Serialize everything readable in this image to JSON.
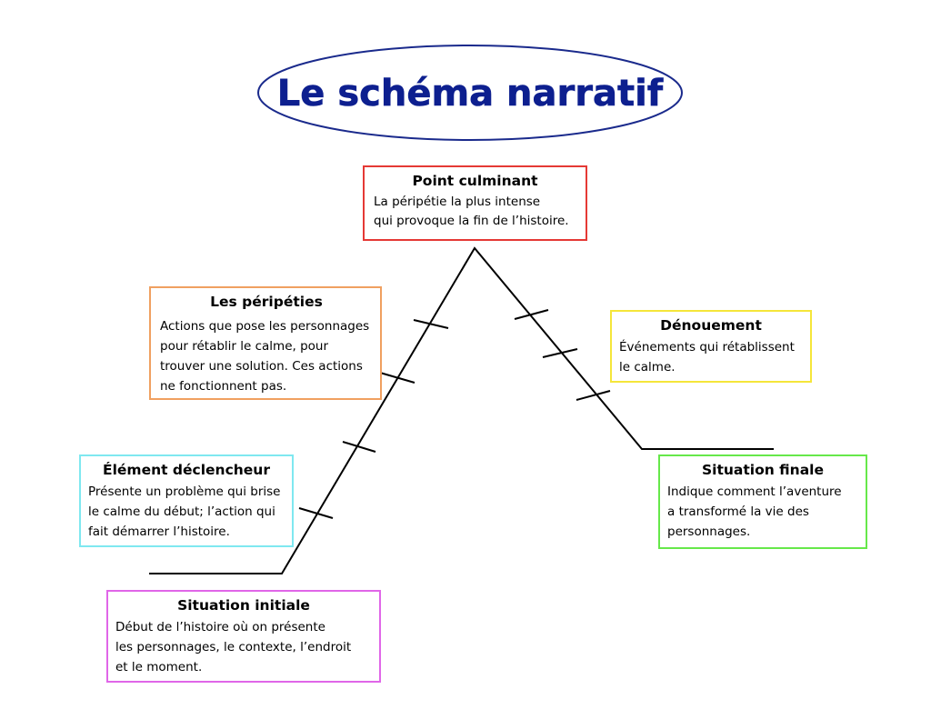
{
  "title": "Le schéma narratif",
  "colors": {
    "title": "#0d1f8f",
    "ellipse": "#1a2a8c",
    "point_culminant": "#e53935",
    "peripeties": "#f0a060",
    "denouement": "#f5e63a",
    "element_declencheur": "#7fe8f0",
    "situation_finale": "#66e84a",
    "situation_initiale": "#e066e8"
  },
  "stages": {
    "point_culminant": {
      "title": "Point culminant",
      "text": "La péripétie la plus intense\nqui provoque la fin de l’histoire."
    },
    "peripeties": {
      "title": "Les péripéties",
      "text": "Actions que pose les personnages\npour rétablir le calme, pour\ntrouver une solution. Ces actions\nne fonctionnent pas."
    },
    "denouement": {
      "title": "Dénouement",
      "text": "Événements qui rétablissent\nle calme."
    },
    "element_declencheur": {
      "title": "Élément déclencheur",
      "text": "Présente un problème qui brise\nle calme du début; l’action qui\nfait démarrer l’histoire."
    },
    "situation_finale": {
      "title": "Situation finale",
      "text": "Indique comment l’aventure\na transformé la vie des\npersonnages."
    },
    "situation_initiale": {
      "title": "Situation initiale",
      "text": "Début de l’histoire où on présente\nles personnages, le contexte, l’endroit\net le moment."
    }
  }
}
